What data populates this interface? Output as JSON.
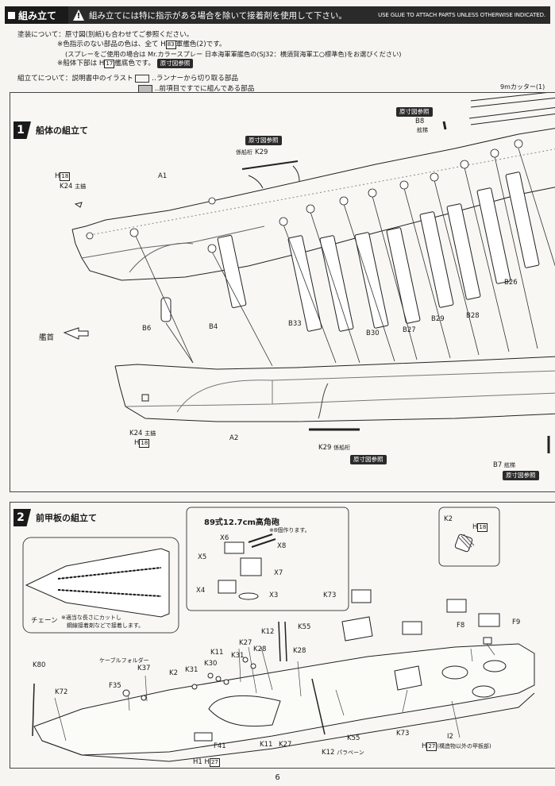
{
  "header": {
    "title": "組み立て",
    "warning_ja": "組み立てには特に指示がある場合を除いて接着剤を使用して下さい。",
    "warning_en": "USE GLUE TO ATTACH PARTS UNLESS OTHERWISE INDICATED.",
    "warning_mark": "!"
  },
  "painting": {
    "line1": "塗装について：原寸図(別紙)も合わせてご参照ください。",
    "line2": "※色指示のない部品の色は、全て H",
    "line2_code": "83",
    "line2_tail": "軍艦色(2)です。",
    "line3": "(スプレーをご使用の場合は Mr.カラースプレー 日本海軍軍艦色の(SJ32：横須賀海軍工○標準色)をお選びください)",
    "line4": "※船体下部は H",
    "line4_code": "17",
    "line4_tail": "艦底色です。",
    "line4_tag": "原寸図参照"
  },
  "assembly": {
    "label": "組立てについて：説明書中のイラスト",
    "legend1": "‥ランナーから切り取る部品",
    "legend2": "‥前項目ですでに組んである部品"
  },
  "cutter_label": "9mカッター(1)",
  "step1": {
    "num": "1",
    "title": "船体の組立て",
    "labels": {
      "h18_top": "H",
      "h18_top_code": "18",
      "k24_top": "K24",
      "k24_top_note": "主錨",
      "a1": "A1",
      "k29_top_tag": "原寸図参照",
      "k29_top_note": "係船桁",
      "k29_top": "K29",
      "b8_tag": "原寸図参照",
      "b8": "B8",
      "b8_note": "舷梯",
      "b6": "B6",
      "b4": "B4",
      "b33": "B33",
      "b30": "B30",
      "b27": "B27",
      "b29": "B29",
      "b28": "B28",
      "b26": "B26",
      "bow": "艦首",
      "k24_bot": "K24",
      "k24_bot_note": "主錨",
      "h18_bot": "H",
      "h18_bot_code": "18",
      "a2": "A2",
      "k29_bot": "K29",
      "k29_bot_note": "係船桁",
      "k29_bot_tag": "原寸図参照",
      "b7": "B7",
      "b7_note": "舷梯",
      "b7_tag": "原寸図参照"
    }
  },
  "step2": {
    "num": "2",
    "title": "前甲板の組立て",
    "gun_title": "89式12.7cm高角砲",
    "gun_note": "※8個作ります。",
    "gun_parts": [
      "X6",
      "X8",
      "X5",
      "X7",
      "X4",
      "X3"
    ],
    "k2_label": "K2",
    "k2_h": "H",
    "k2_h_code": "18",
    "chain_label": "チェーン",
    "chain_note1": "※適当な長さにカットし",
    "chain_note2": "　鋼線接着剤などで接着します。",
    "labels": {
      "k80": "K80",
      "k72": "K72",
      "cable_holder": "ケーブルフォルダー",
      "k37": "K37",
      "f35": "F35",
      "k2": "K2",
      "k31a": "K31",
      "k30": "K30",
      "k11a": "K11",
      "k31b": "K31",
      "k27a": "K27",
      "k28a": "K28",
      "k12a": "K12",
      "k55a": "K55",
      "k28b": "K28",
      "k73a": "K73",
      "f8": "F8",
      "f9": "F9",
      "f41": "F41",
      "h1": "H1",
      "h27a": "H",
      "h27a_code": "27",
      "k11b": "K11",
      "k27b": "K27",
      "k12b": "K12",
      "k12b_note": "パラベーン",
      "k55b": "K55",
      "k73b": "K73",
      "i2": "I2",
      "h27b": "H",
      "h27b_code": "27",
      "h27b_note": "(構造物以外の甲板部)"
    }
  },
  "page_number": "6"
}
